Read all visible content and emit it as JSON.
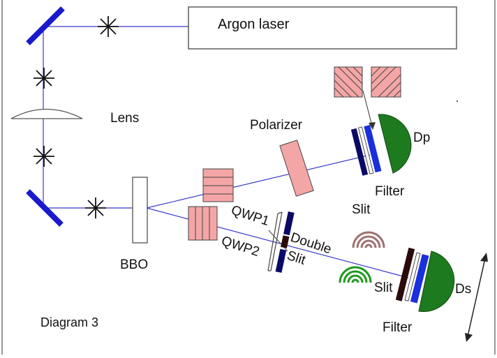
{
  "labels": {
    "argon_laser": "Argon laser",
    "lens": "Lens",
    "polarizer": "Polarizer",
    "bbo": "BBO",
    "dp": "Dp",
    "filter_top": "Filter",
    "slit_top": "Slit",
    "qwp1": "QWP1",
    "qwp2": "QWP2",
    "double": "Double",
    "slit_double": "Slit",
    "slit_bottom": "Slit",
    "ds": "Ds",
    "filter_bottom": "Filter",
    "diagram_title": "Diagram 3"
  },
  "colors": {
    "beam": "#3a3acc",
    "mirror": "#1a1acc",
    "detector": "#1e7a1e",
    "filter_dark": "#0a0a66",
    "filter_blue": "#1a2fdd",
    "pink": "#f4a6a6",
    "slit_dark": "#2a0a0a",
    "fringe_pink": "#a07070",
    "fringe_green": "#1e9a1e"
  }
}
